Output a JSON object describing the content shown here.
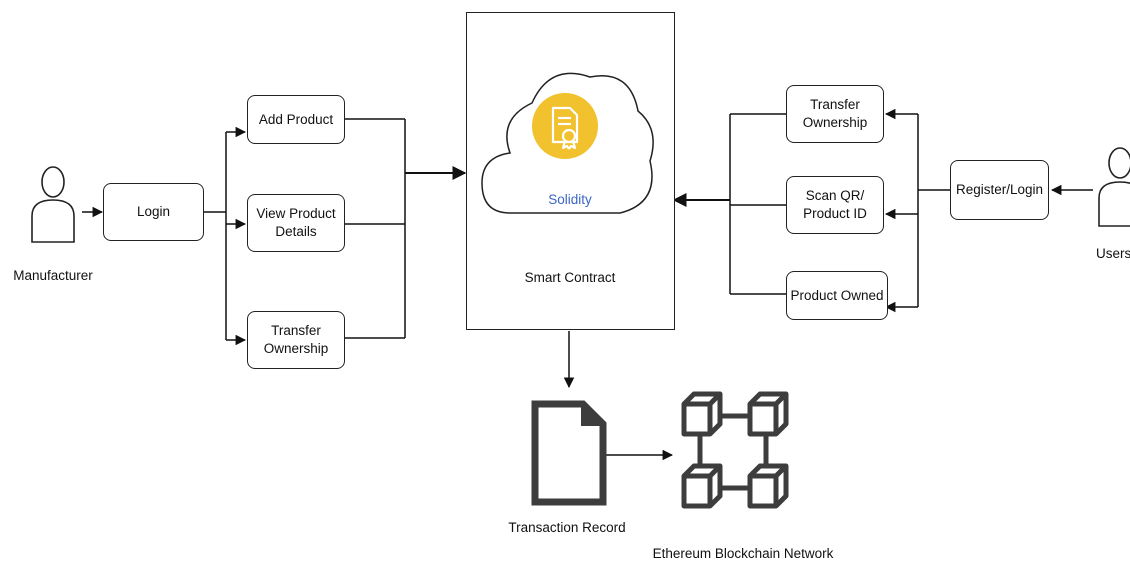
{
  "actors": {
    "manufacturer": "Manufacturer",
    "users": "Users"
  },
  "manufacturer_flow": {
    "login": "Login",
    "add_product": "Add Product",
    "view_product_details": "View Product\nDetails",
    "transfer_ownership": "Transfer\nOwnership"
  },
  "user_flow": {
    "register_login": "Register/Login",
    "transfer_ownership": "Transfer\nOwnership",
    "scan_qr": "Scan QR/\nProduct ID",
    "product_owned": "Product Owned"
  },
  "contract": {
    "cloud_label": "Solidity",
    "title": "Smart Contract"
  },
  "outputs": {
    "transaction_record": "Transaction Record",
    "blockchain_network": "Ethereum Blockchain Network"
  },
  "colors": {
    "stroke": "#222222",
    "certificate_badge": "#F2C12E",
    "solidity_text": "#3A66C4",
    "icon_gray": "#3d3d3d"
  }
}
